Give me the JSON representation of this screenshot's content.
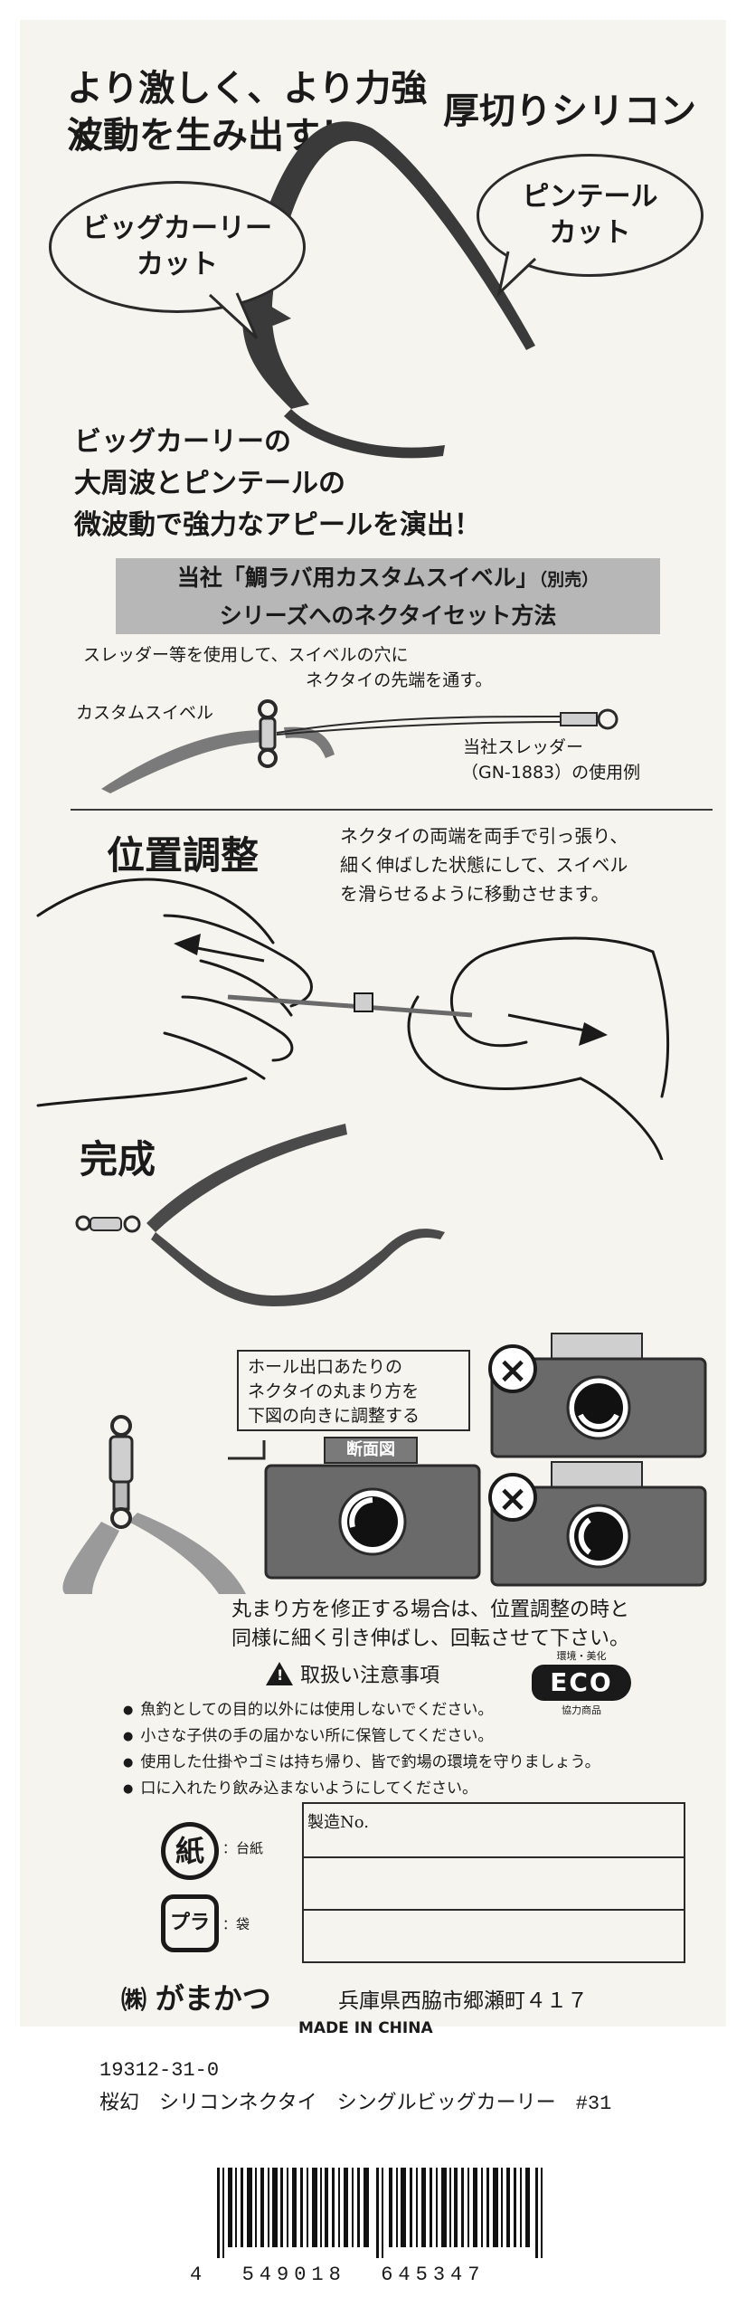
{
  "headline": {
    "line1": "より激しく、より力強く",
    "line2": "波動を生み出す！",
    "product_type": "厚切りシリコン"
  },
  "bubbles": {
    "left_line1": "ビッグカーリー",
    "left_line2": "カット",
    "right_line1": "ピンテール",
    "right_line2": "カット"
  },
  "description": {
    "line1": "ビッグカーリーの",
    "line2": "大周波とピンテールの",
    "line3": "微波動で強力なアピールを演出！"
  },
  "setup": {
    "title_line1_main": "当社「鯛ラバ用カスタムスイベル」",
    "title_line1_note": "（別売）",
    "title_line2": "シリーズへのネクタイセット方法",
    "instruction_line1": "スレッダー等を使用して、スイベルの穴に",
    "instruction_line2": "ネクタイの先端を通す。",
    "swivel_label": "カスタムスイベル",
    "threader_label_line1": "当社スレッダー",
    "threader_label_line2": "（GN-1883）の使用例"
  },
  "position": {
    "title": "位置調整",
    "text_line1": "ネクタイの両端を両手で引っ張り、",
    "text_line2": "細く伸ばした状態にして、スイベル",
    "text_line3": "を滑らせるように移動させます。"
  },
  "complete": {
    "title": "完成"
  },
  "hole": {
    "callout_line1": "ホール出口あたりの",
    "callout_line2": "ネクタイの丸まり方を",
    "callout_line3": "下図の向きに調整する",
    "section_label": "断面図",
    "wrong_mark": "×",
    "note_line1": "丸まり方を修正する場合は、位置調整の時と",
    "note_line2": "同様に細く引き伸ばし、回転させて下さい。"
  },
  "caution": {
    "title": "取扱い注意事項",
    "items": [
      "魚釣としての目的以外には使用しないでください。",
      "小さな子供の手の届かない所に保管してください。",
      "使用した仕掛やゴミは持ち帰り、皆で釣場の環境を守りましょう。",
      "口に入れたり飲み込まないようにしてください。"
    ],
    "eco_top": "環境・美化",
    "eco_logo": "ECO",
    "eco_bottom": "協力商品"
  },
  "recycle": {
    "paper_symbol": "紙",
    "paper_label": "：台紙",
    "plastic_symbol": "プラ",
    "plastic_label": "：袋"
  },
  "production": {
    "label": "製造No."
  },
  "company": {
    "mark": "㈱",
    "name": "がまかつ",
    "address": "兵庫県西脇市郷瀬町４１７",
    "origin": "MADE IN CHINA"
  },
  "label": {
    "code": "19312-31-0",
    "product_name": "桜幻　シリコンネクタイ　シングルビッグカーリー　#31",
    "barcode_number": "4  549018  645347"
  },
  "colors": {
    "card": "#f5f4ee",
    "title_band": "#b7b7b7",
    "ink": "#1a1a1a",
    "gray_block": "#6a6a6a"
  }
}
